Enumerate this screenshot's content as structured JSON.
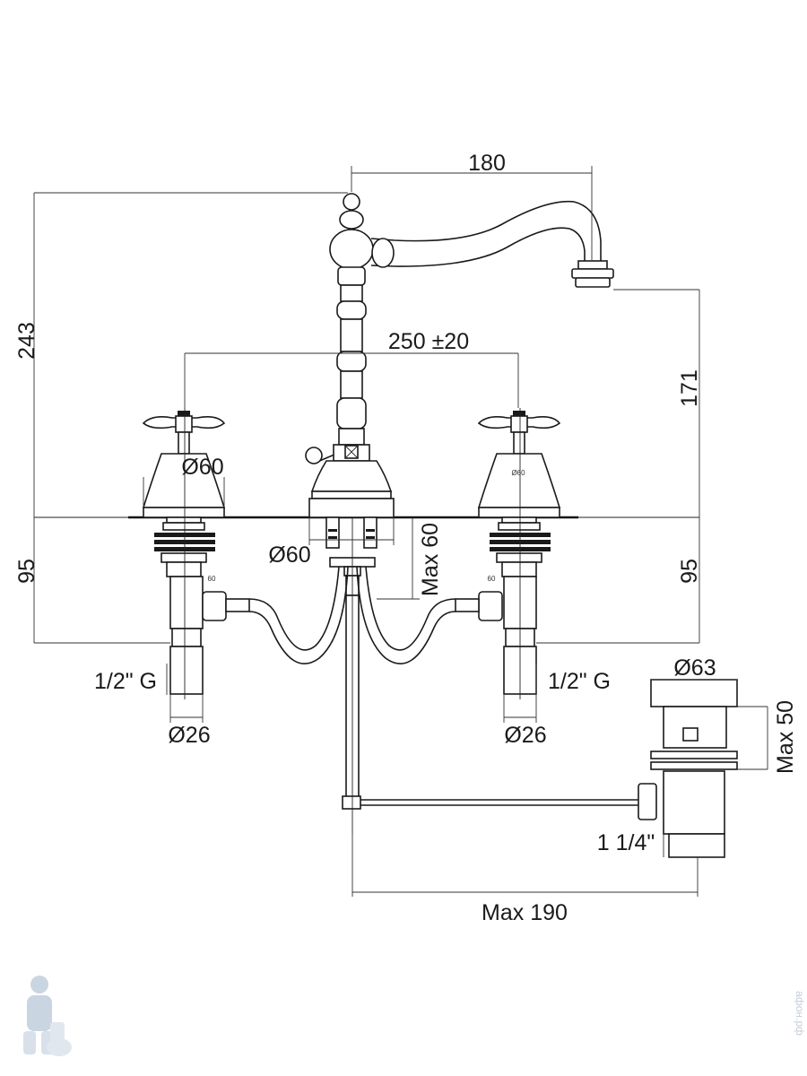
{
  "dimensions": {
    "spout_reach": "180",
    "total_height": "243",
    "center_distance": "250 ±20",
    "spout_height": "171",
    "handle_base_diameter_left": "Ø60",
    "handle_base_diameter_right_small": "Ø60",
    "spout_base_diameter": "Ø60",
    "max_deck_thickness": "Max 60",
    "shank_length_left": "95",
    "shank_length_right": "95",
    "thread_left": "1/2\" G",
    "thread_right": "1/2\" G",
    "shank_diameter_left": "Ø26",
    "shank_diameter_right": "Ø26",
    "waste_head_diameter": "Ø63",
    "waste_max_height": "Max 50",
    "waste_thread": "1 1/4\"",
    "rod_max_length": "Max 190",
    "small_mark_left": "60",
    "small_mark_right": "60"
  },
  "watermark": {
    "side_text": "афон.рф",
    "logo": "plumber-mascot-icon"
  }
}
